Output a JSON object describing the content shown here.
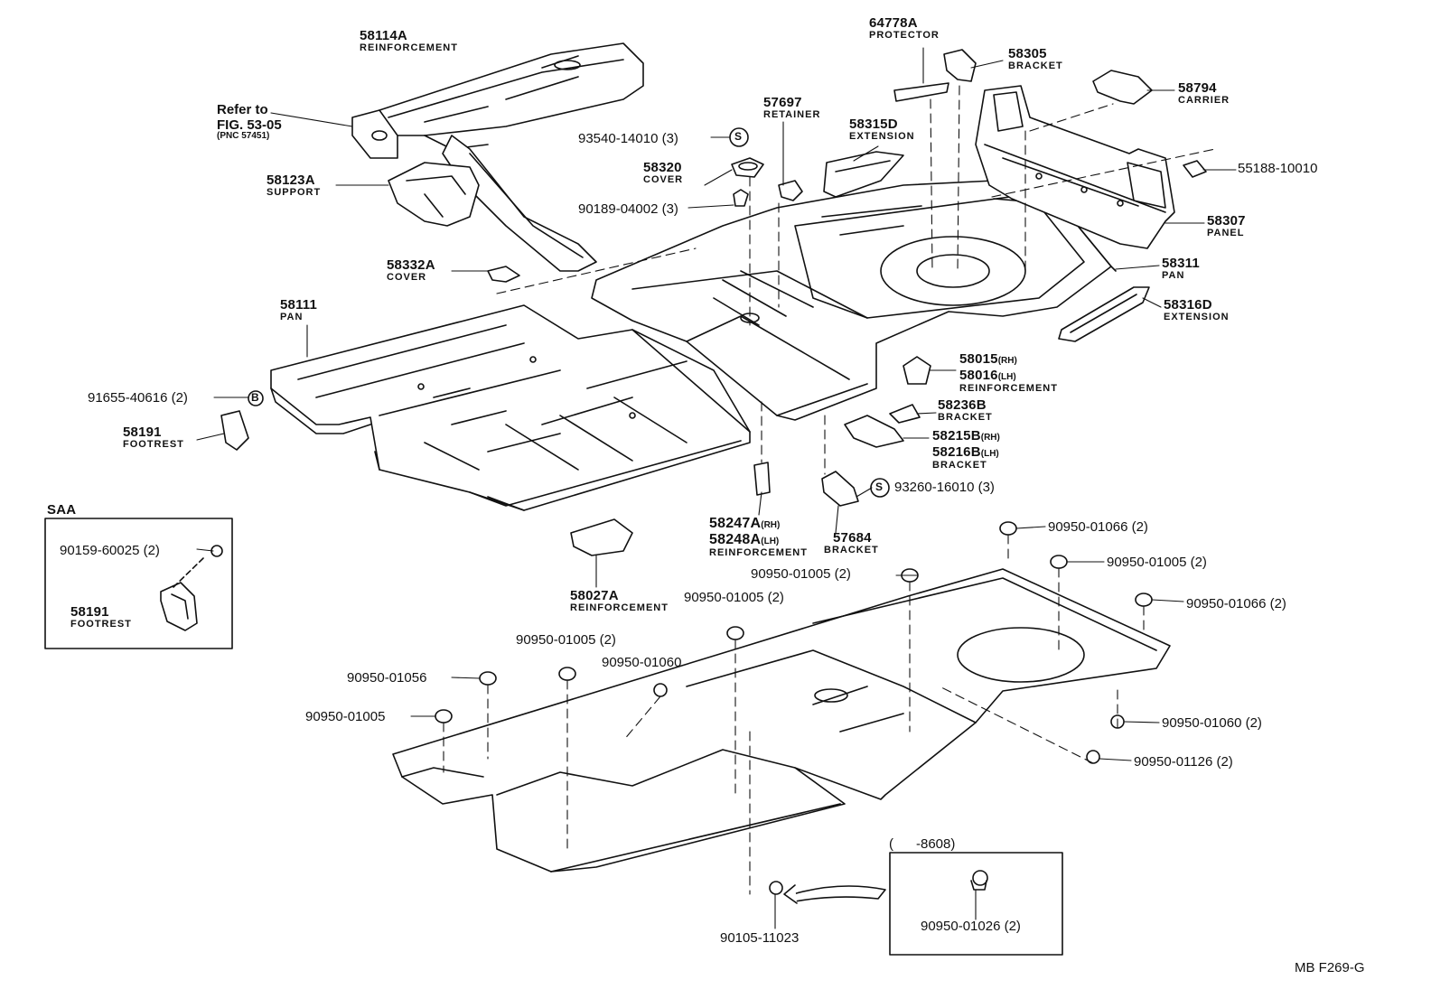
{
  "diagram": {
    "refer": {
      "line1": "Refer to",
      "line2": "FIG. 53-05",
      "line3": "(PNC 57451)"
    },
    "callouts": {
      "p58114A": {
        "num": "58114A",
        "name": "REINFORCEMENT"
      },
      "p58123A": {
        "num": "58123A",
        "name": "SUPPORT"
      },
      "p58332A": {
        "num": "58332A",
        "name": "COVER"
      },
      "p58111": {
        "num": "58111",
        "name": "PAN"
      },
      "p91655": {
        "num": "91655-40616 (2)",
        "badge": "B"
      },
      "p58191": {
        "num": "58191",
        "name": "FOOTREST"
      },
      "p93540": {
        "num": "93540-14010 (3)",
        "badge": "S"
      },
      "p58320": {
        "num": "58320",
        "name": "COVER"
      },
      "p90189": {
        "num": "90189-04002 (3)"
      },
      "p57697": {
        "num": "57697",
        "name": "RETAINER"
      },
      "p58315D": {
        "num": "58315D",
        "name": "EXTENSION"
      },
      "p64778A": {
        "num": "64778A",
        "name": "PROTECTOR"
      },
      "p58305": {
        "num": "58305",
        "name": "BRACKET"
      },
      "p58794": {
        "num": "58794",
        "name": "CARRIER"
      },
      "p55188": {
        "num": "55188-10010"
      },
      "p58307": {
        "num": "58307",
        "name": "PANEL"
      },
      "p58311": {
        "num": "58311",
        "name": "PAN"
      },
      "p58316D": {
        "num": "58316D",
        "name": "EXTENSION"
      },
      "p58015": {
        "num1": "58015",
        "suf1": "(RH)",
        "num2": "58016",
        "suf2": "(LH)",
        "name": "REINFORCEMENT"
      },
      "p58236B": {
        "num": "58236B",
        "name": "BRACKET"
      },
      "p58215B": {
        "num1": "58215B",
        "suf1": "(RH)",
        "num2": "58216B",
        "suf2": "(LH)",
        "name": "BRACKET"
      },
      "p93260": {
        "num": "93260-16010 (3)",
        "badge": "S"
      },
      "p57684": {
        "num": "57684",
        "name": "BRACKET"
      },
      "p58247A": {
        "num1": "58247A",
        "suf1": "(RH)",
        "num2": "58248A",
        "suf2": "(LH)",
        "name": "REINFORCEMENT"
      },
      "p58027A": {
        "num": "58027A",
        "name": "REINFORCEMENT"
      }
    },
    "saa": {
      "title": "SAA",
      "part1": "90159-60025 (2)",
      "part2_num": "58191",
      "part2_name": "FOOTREST"
    },
    "plugs": {
      "a": "90950-01066 (2)",
      "b": "90950-01005 (2)",
      "c": "90950-01005 (2)",
      "d": "90950-01066 (2)",
      "e": "90950-01005 (2)",
      "f": "90950-01005 (2)",
      "g": "90950-01060",
      "h": "90950-01056",
      "i": "90950-01005",
      "j": "90950-01060 (2)",
      "k": "90950-01126 (2)",
      "l": "90105-11023"
    },
    "inset": {
      "range": "(      -8608)",
      "part": "90950-01026 (2)"
    },
    "code": "MB F269-G"
  },
  "colors": {
    "ink": "#111111",
    "paper": "#ffffff"
  }
}
